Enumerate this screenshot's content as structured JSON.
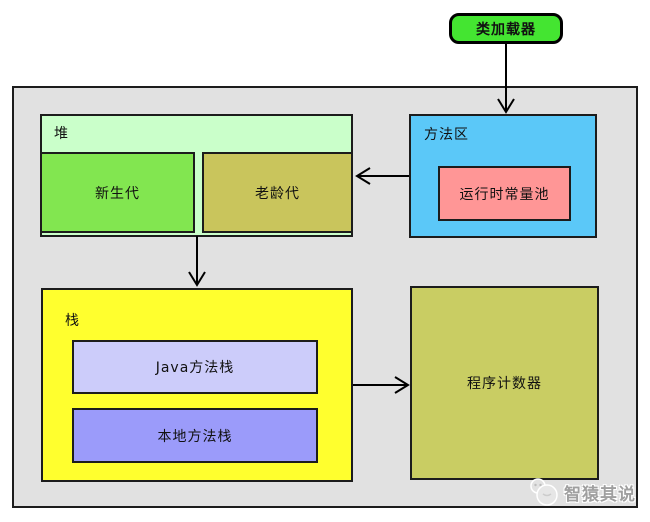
{
  "diagram": {
    "title_hint": "JVM runtime memory structure diagram",
    "nodes": {
      "class_loader": {
        "label": "类加载器",
        "bg": "#44e531"
      },
      "heap": {
        "label": "堆",
        "bg": "#caffca"
      },
      "young_gen": {
        "label": "新生代",
        "bg": "#82e650"
      },
      "old_gen": {
        "label": "老龄代",
        "bg": "#c9c55c"
      },
      "method_area": {
        "label": "方法区",
        "bg": "#5bc8f8"
      },
      "runtime_constant_pool": {
        "label": "运行时常量池",
        "bg": "#ff9696"
      },
      "stack": {
        "label": "栈",
        "bg": "#ffff2e"
      },
      "java_method_stack": {
        "label": "Java方法栈",
        "bg": "#ccccfa"
      },
      "native_method_stack": {
        "label": "本地方法栈",
        "bg": "#9b9bfa"
      },
      "program_counter": {
        "label": "程序计数器",
        "bg": "#c9cd63"
      }
    },
    "edges": [
      {
        "from": "class_loader",
        "to": "method_area",
        "direction": "down"
      },
      {
        "from": "method_area",
        "to": "old_gen",
        "direction": "left"
      },
      {
        "from": "heap",
        "to": "stack",
        "direction": "down"
      },
      {
        "from": "stack",
        "to": "program_counter",
        "direction": "right"
      }
    ],
    "colors": {
      "container_bg": "#e1e1e1",
      "line": "#000000"
    },
    "watermark": {
      "text": "智猿其说",
      "icon": "monkey-chat-icon"
    }
  }
}
